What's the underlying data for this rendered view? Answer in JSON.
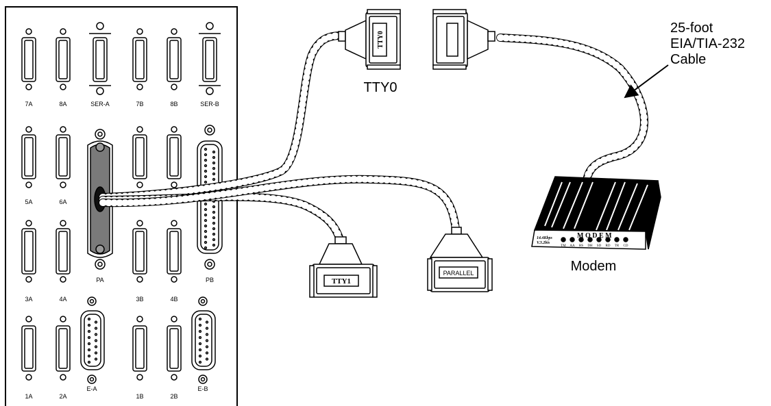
{
  "panel": {
    "row1": [
      "7A",
      "8A",
      "SER-A",
      "7B",
      "8B",
      "SER-B"
    ],
    "row2": [
      "5A",
      "6A",
      "PA",
      "PB"
    ],
    "row3": [
      "3A",
      "4A",
      "3B",
      "4B"
    ],
    "row4": [
      "1A",
      "2A",
      "E-A",
      "1B",
      "2B",
      "E-B"
    ]
  },
  "cables": {
    "tty0_label": "TTY0",
    "tty0_plug_text": "TTY0",
    "tty1_plug_text": "TTY1",
    "parallel_plug_text": "PARALLEL",
    "cable_callout_line1": "25-foot",
    "cable_callout_line2": "EIA/TIA-232",
    "cable_callout_line3": "Cable"
  },
  "modem": {
    "caption": "Modem",
    "brand": "M O D E M",
    "speed_line1": "14.4Kbps",
    "speed_line2": "V.3.2bis",
    "indicators": [
      "TM",
      "AA",
      "HS",
      "DH",
      "SD",
      "RD",
      "TR",
      "CD"
    ]
  }
}
